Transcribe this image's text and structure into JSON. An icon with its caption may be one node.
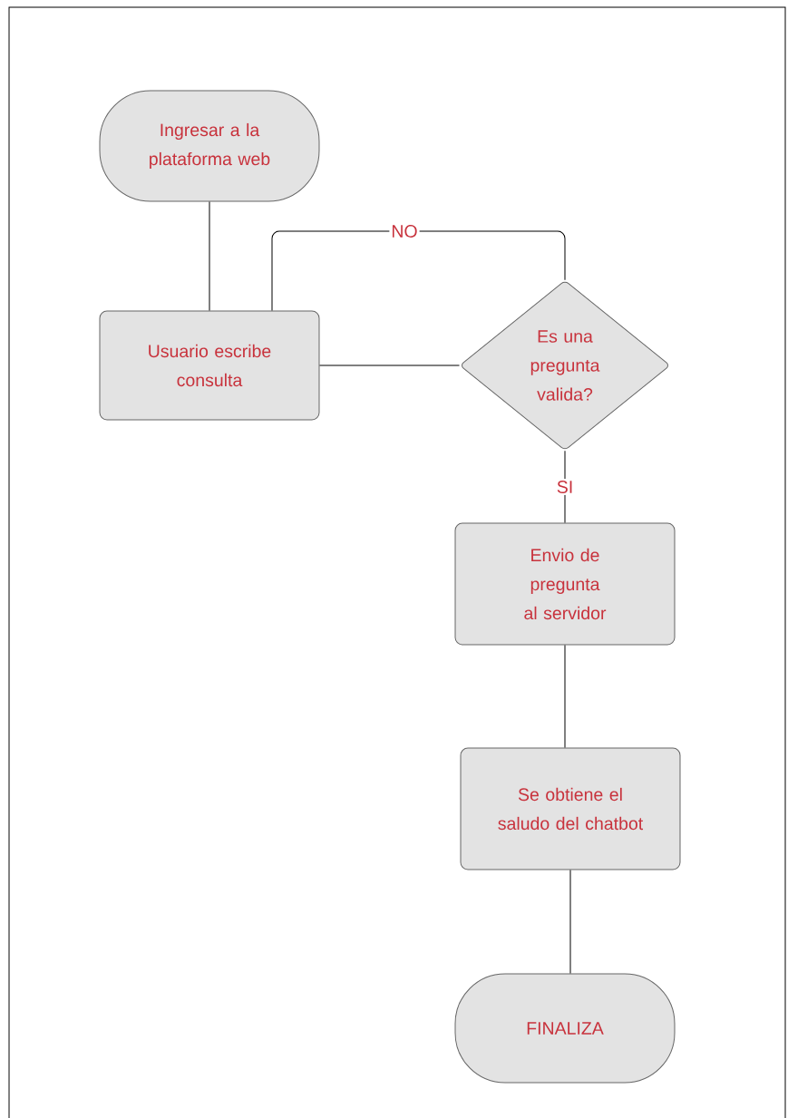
{
  "diagram": {
    "nodes": [
      {
        "text": [
          "Ingresar a la plataforma web"
        ]
      },
      {
        "text": [
          "Usuario escribe consulta"
        ]
      },
      {
        "text": [
          "Es una pregunta valida?"
        ]
      },
      {
        "text": [
          "Envio de pregunta al servidor"
        ]
      },
      {
        "text": [
          "Se obtiene el saludo del chatbot"
        ]
      },
      {
        "text": [
          "FINALIZA"
        ]
      }
    ],
    "edges": [
      {
        "from": 0,
        "to": 1,
        "arrow": "none"
      },
      {
        "from": 2,
        "to": 1,
        "arrow": "none",
        "label": "NO"
      },
      {
        "from": 1,
        "to": 2,
        "arrow": "none"
      },
      {
        "from": 2,
        "to": 3,
        "arrow": "none",
        "label": "SI"
      },
      {
        "from": 3,
        "to": 4,
        "arrow": "none"
      },
      {
        "from": 4,
        "to": 5,
        "arrow": "none"
      }
    ]
  }
}
